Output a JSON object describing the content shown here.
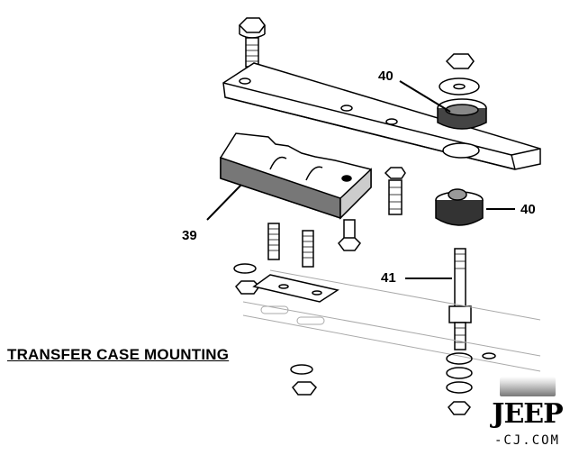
{
  "title": "TRANSFER CASE MOUNTING",
  "callouts": {
    "part_40_top": "40",
    "part_40_right": "40",
    "part_39": "39",
    "part_41": "41"
  },
  "logo": {
    "text_main": "JEEP",
    "text_sub": "-CJ.COM"
  }
}
